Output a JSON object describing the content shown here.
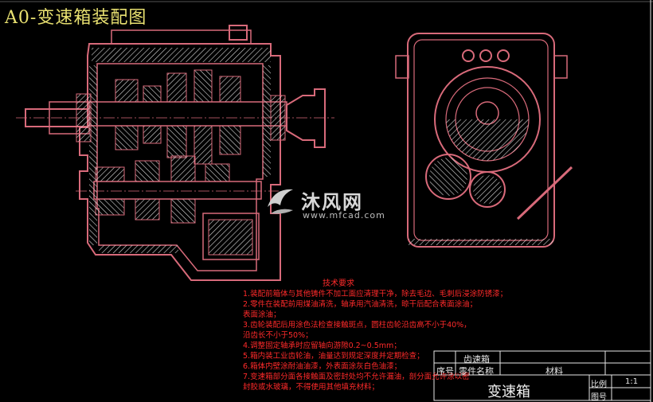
{
  "drawing": {
    "title": "A0-变速箱装配图"
  },
  "tech_notes": {
    "heading": "技术要求",
    "lines": [
      "1.装配前箱体与其他铸件不加工面应清理干净，除去毛边、毛刺后浸涂防锈漆；",
      "2.零件在装配前用煤油清洗，轴承用汽油清洗，晾干后配合表面涂油；",
      "   表面涂油；",
      "3.齿轮装配后用涂色法检查接触斑点，圆柱齿轮沿齿高不小于40%，",
      "   沿齿长不小于50%；",
      "4.调整固定轴承时应留轴向游隙0.2~0.5mm；",
      "5.箱内装工业齿轮油，油量达到规定深度并定期检查；",
      "6.箱体内壁涂耐油油漆，外表面涂灰白色油漆；",
      "7.变速箱部分面各接触面及密封处均不允许漏油，剖分面允许涂以密",
      "   封胶或水玻璃，不得使用其他填充材料；"
    ]
  },
  "watermark": {
    "brand": "沐风网",
    "url": "www.mfcad.com"
  },
  "title_block": {
    "parts_row_name": "齿速箱",
    "col_index": "序号",
    "col_part_name": "零件名称",
    "col_material": "材料",
    "drawing_name": "变速箱",
    "scale_label": "比例",
    "scale_value": "1:1",
    "drawing_no_label": "图号"
  },
  "colors": {
    "background": "#000000",
    "outline": "#d86a7a",
    "hatch": "#d8d8d8",
    "notes": "#ff2a2a",
    "title": "#e8e070",
    "frame": "#e6e6e6"
  }
}
